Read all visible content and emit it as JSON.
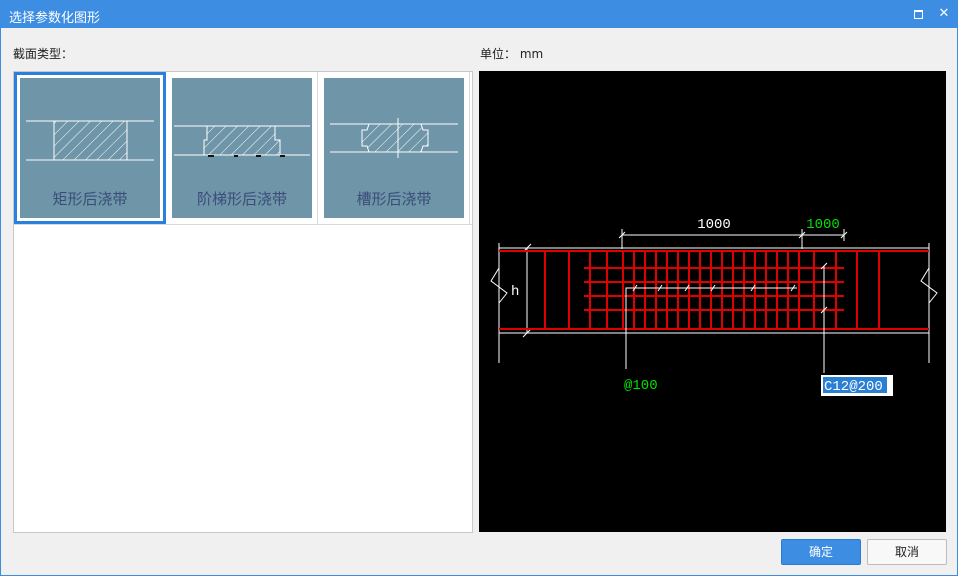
{
  "window": {
    "title": "选择参数化图形"
  },
  "labels": {
    "section_type": "截面类型：",
    "unit": "单位：  mm"
  },
  "tiles": [
    {
      "caption": "矩形后浇带",
      "selected": true
    },
    {
      "caption": "阶梯形后浇带",
      "selected": false
    },
    {
      "caption": "槽形后浇带",
      "selected": false
    }
  ],
  "preview": {
    "dim_main": "1000",
    "dim_side": "1000",
    "height_label": "h",
    "spacing_label": "@100",
    "rebar_label": "C12@200"
  },
  "buttons": {
    "ok": "确定",
    "cancel": "取消"
  },
  "colors": {
    "titlebar": "#3d8ee3",
    "thumb_bg": "#6f95a8",
    "rebar_red": "#e00000",
    "dim_green": "#00e000",
    "selection_blue": "#2b7fde"
  }
}
